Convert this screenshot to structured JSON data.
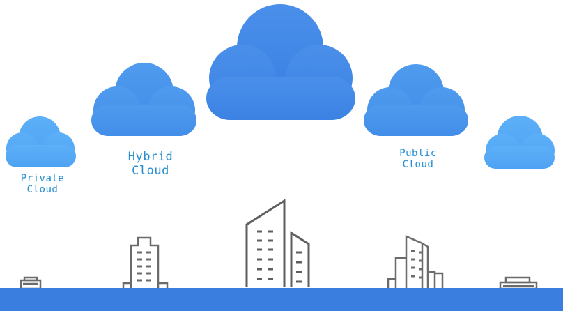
{
  "labels": {
    "private": {
      "line1": "Private",
      "line2": "Cloud"
    },
    "hybrid": {
      "line1": "Hybrid",
      "line2": "Cloud"
    },
    "public": {
      "line1": "Public",
      "line2": "Cloud"
    }
  },
  "colors": {
    "cloud_large": "#3f86e6",
    "cloud_medium": "#4792ea",
    "cloud_small": "#53a8f6",
    "ground": "#3a7fe0",
    "building_stroke": "#6b6b6b",
    "label_text": "#2a8fd0"
  }
}
